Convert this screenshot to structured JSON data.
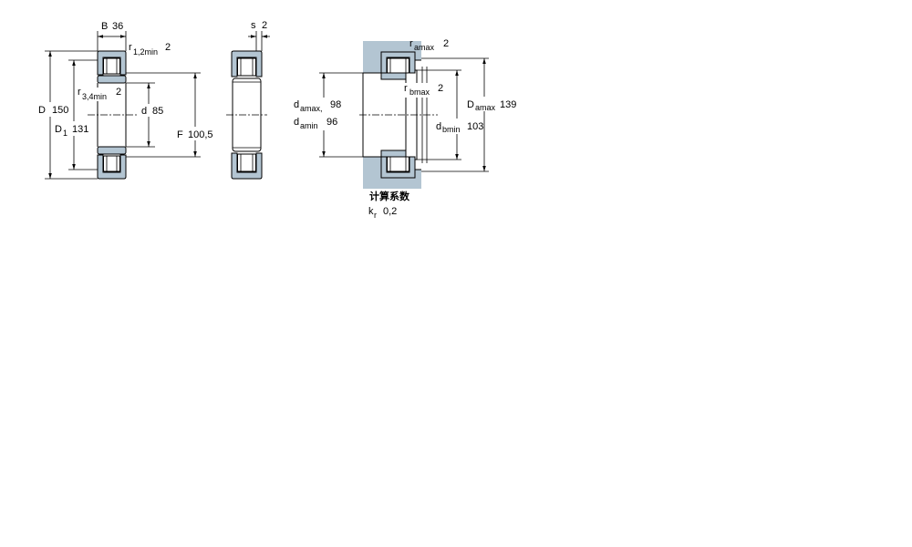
{
  "colors": {
    "ring_fill": "#b3c5d2"
  },
  "section": {
    "B": {
      "symbol": "B",
      "value": "36"
    },
    "r12": {
      "symbol": "r",
      "sub": "1,2min",
      "value": "2"
    },
    "D": {
      "symbol": "D",
      "value": "150"
    },
    "D1": {
      "symbol": "D",
      "sub": "1",
      "value": "131"
    },
    "r34": {
      "symbol": "r",
      "sub": "3,4min",
      "value": "2"
    },
    "d": {
      "symbol": "d",
      "value": "85"
    },
    "F": {
      "symbol": "F",
      "value": "100,5"
    }
  },
  "side_view": {
    "s": {
      "symbol": "s",
      "value": "2"
    }
  },
  "abutment": {
    "ramax": {
      "symbol": "r",
      "sub": "amax",
      "value": "2"
    },
    "rbmax": {
      "symbol": "r",
      "sub": "bmax",
      "value": "2"
    },
    "damax": {
      "symbol": "d",
      "sub": "amax,",
      "value": "98"
    },
    "damin": {
      "symbol": "d",
      "sub": "amin",
      "value": "96"
    },
    "Damax": {
      "symbol": "D",
      "sub": "amax",
      "value": "139"
    },
    "dbmin": {
      "symbol": "d",
      "sub": "bmin",
      "value": "103"
    }
  },
  "calculation_factors": {
    "title": "计算系数",
    "kr": {
      "symbol": "k",
      "sub": "r",
      "value": "0,2"
    }
  }
}
